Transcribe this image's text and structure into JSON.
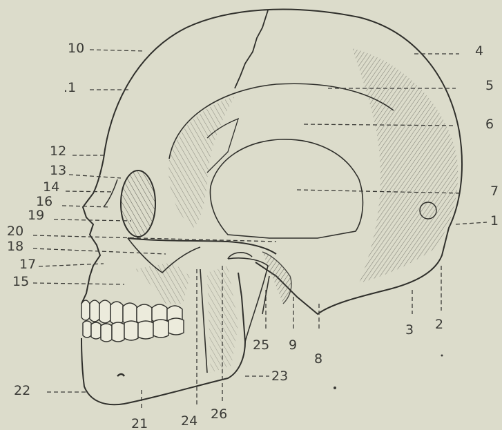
{
  "figure": {
    "colors": {
      "paper": "#dcdccb",
      "ink": "#3a3a36",
      "hatch": "#5a5a52"
    },
    "labels": {
      "l10": "10",
      "l1a": ".1",
      "l12": "12",
      "l13": "13",
      "l14": "14",
      "l16": "16",
      "l19": "19",
      "l20": "20",
      "l18": "18",
      "l17": "17",
      "l15": "15",
      "l22": "22",
      "l4": "4",
      "l5": "5",
      "l6": "6",
      "l7": "7",
      "l1b": "1",
      "l3": "3",
      "l2": "2",
      "l25": "25",
      "l9": "9",
      "l8": "8",
      "l23": "23",
      "l21": "21",
      "l24": "24",
      "l26": "26"
    }
  }
}
